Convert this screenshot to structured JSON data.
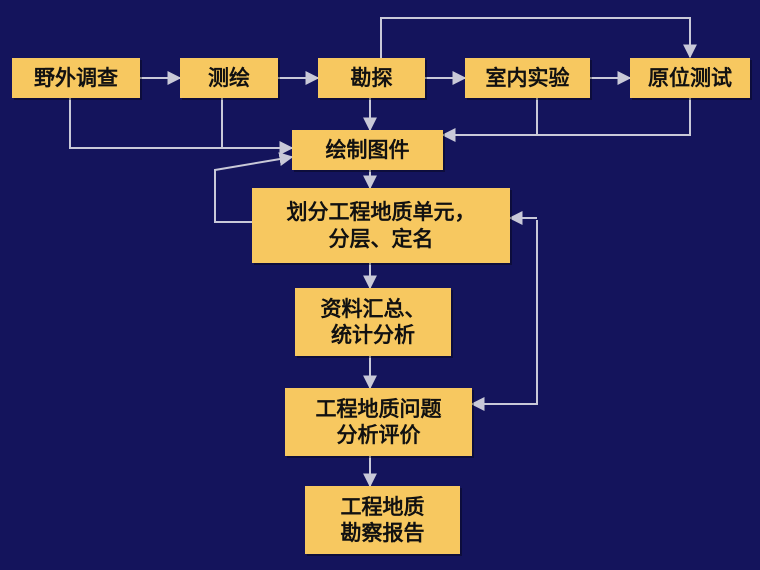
{
  "colors": {
    "background": "#14145c",
    "box_fill": "#f7c860",
    "box_text": "#111111",
    "connector": "#c9c9d8"
  },
  "nodes": {
    "field_survey": "野外调查",
    "surveying": "测绘",
    "exploration": "勘探",
    "lab_test": "室内实验",
    "insitu_test": "原位测试",
    "draw_maps": "绘制图件",
    "divide_units": "划分工程地质单元，\n分层、定名",
    "summarize": "资料汇总、\n统计分析",
    "evaluate": "工程地质问题\n分析评价",
    "report": "工程地质\n勘察报告"
  }
}
